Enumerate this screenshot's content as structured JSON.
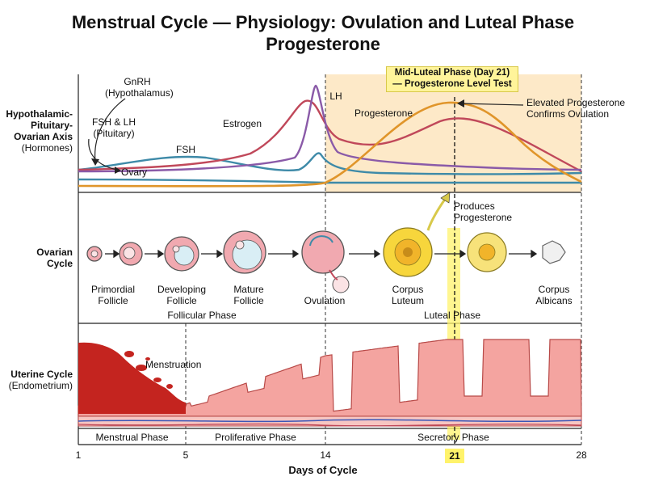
{
  "title_line1": "Menstrual Cycle — Physiology: Ovulation and Luteal Phase",
  "title_line2": "Progesterone",
  "rows": {
    "hormones": {
      "line1": "Hypothalamic-",
      "line2": "Pituitary-",
      "line3": "Ovarian Axis",
      "line4": "(Hormones)"
    },
    "ovarian": {
      "line1": "Ovarian",
      "line2": "Cycle"
    },
    "uterine": {
      "line1": "Uterine Cycle",
      "line2": "(Endometrium)"
    }
  },
  "hormone_labels": {
    "gnrh": "GnRH",
    "gnrh_sub": "(Hypothalamus)",
    "fsh_lh": "FSH & LH",
    "fsh_lh_sub": "(Pituitary)",
    "ovary": "Ovary",
    "fsh": "FSH",
    "estrogen": "Estrogen",
    "lh": "LH",
    "progesterone": "Progesterone",
    "mid_luteal_line1": "Mid-Luteal Phase (Day 21)",
    "mid_luteal_line2": "— Progesterone Level Test",
    "elevated_line1": "Elevated Progesterone",
    "elevated_line2": "Confirms Ovulation"
  },
  "ovarian_stages": [
    {
      "line1": "Primordial",
      "line2": "Follicle"
    },
    {
      "line1": "Developing",
      "line2": "Follicle"
    },
    {
      "line1": "Mature",
      "line2": "Follicle"
    },
    {
      "line1": "Ovulation",
      "line2": ""
    },
    {
      "line1": "Corpus",
      "line2": "Luteum"
    },
    {
      "line1": "Corpus",
      "line2": "Albicans"
    }
  ],
  "produces_line1": "Produces",
  "produces_line2": "Progesterone",
  "follicular_phase": "Follicular Phase",
  "luteal_phase": "Luteal Phase",
  "menstruation": "Menstruation",
  "uterine_phases": [
    "Menstrual Phase",
    "Proliferative Phase",
    "Secretory Phase"
  ],
  "x_ticks": [
    "1",
    "5",
    "14",
    "21",
    "28"
  ],
  "x_axis_label": "Days of Cycle",
  "colors": {
    "gnrh": "#8a5aa8",
    "fsh": "#3e8aa8",
    "lh": "#8a5aa8",
    "estrogen": "#c0485a",
    "progesterone": "#e0952a",
    "luteal_fill": "#fde9c8",
    "highlight": "#fff36b",
    "endometrium": "#f4a4a0",
    "follicle": "#f1a9b0",
    "corpus_luteum": "#f7d63c"
  }
}
